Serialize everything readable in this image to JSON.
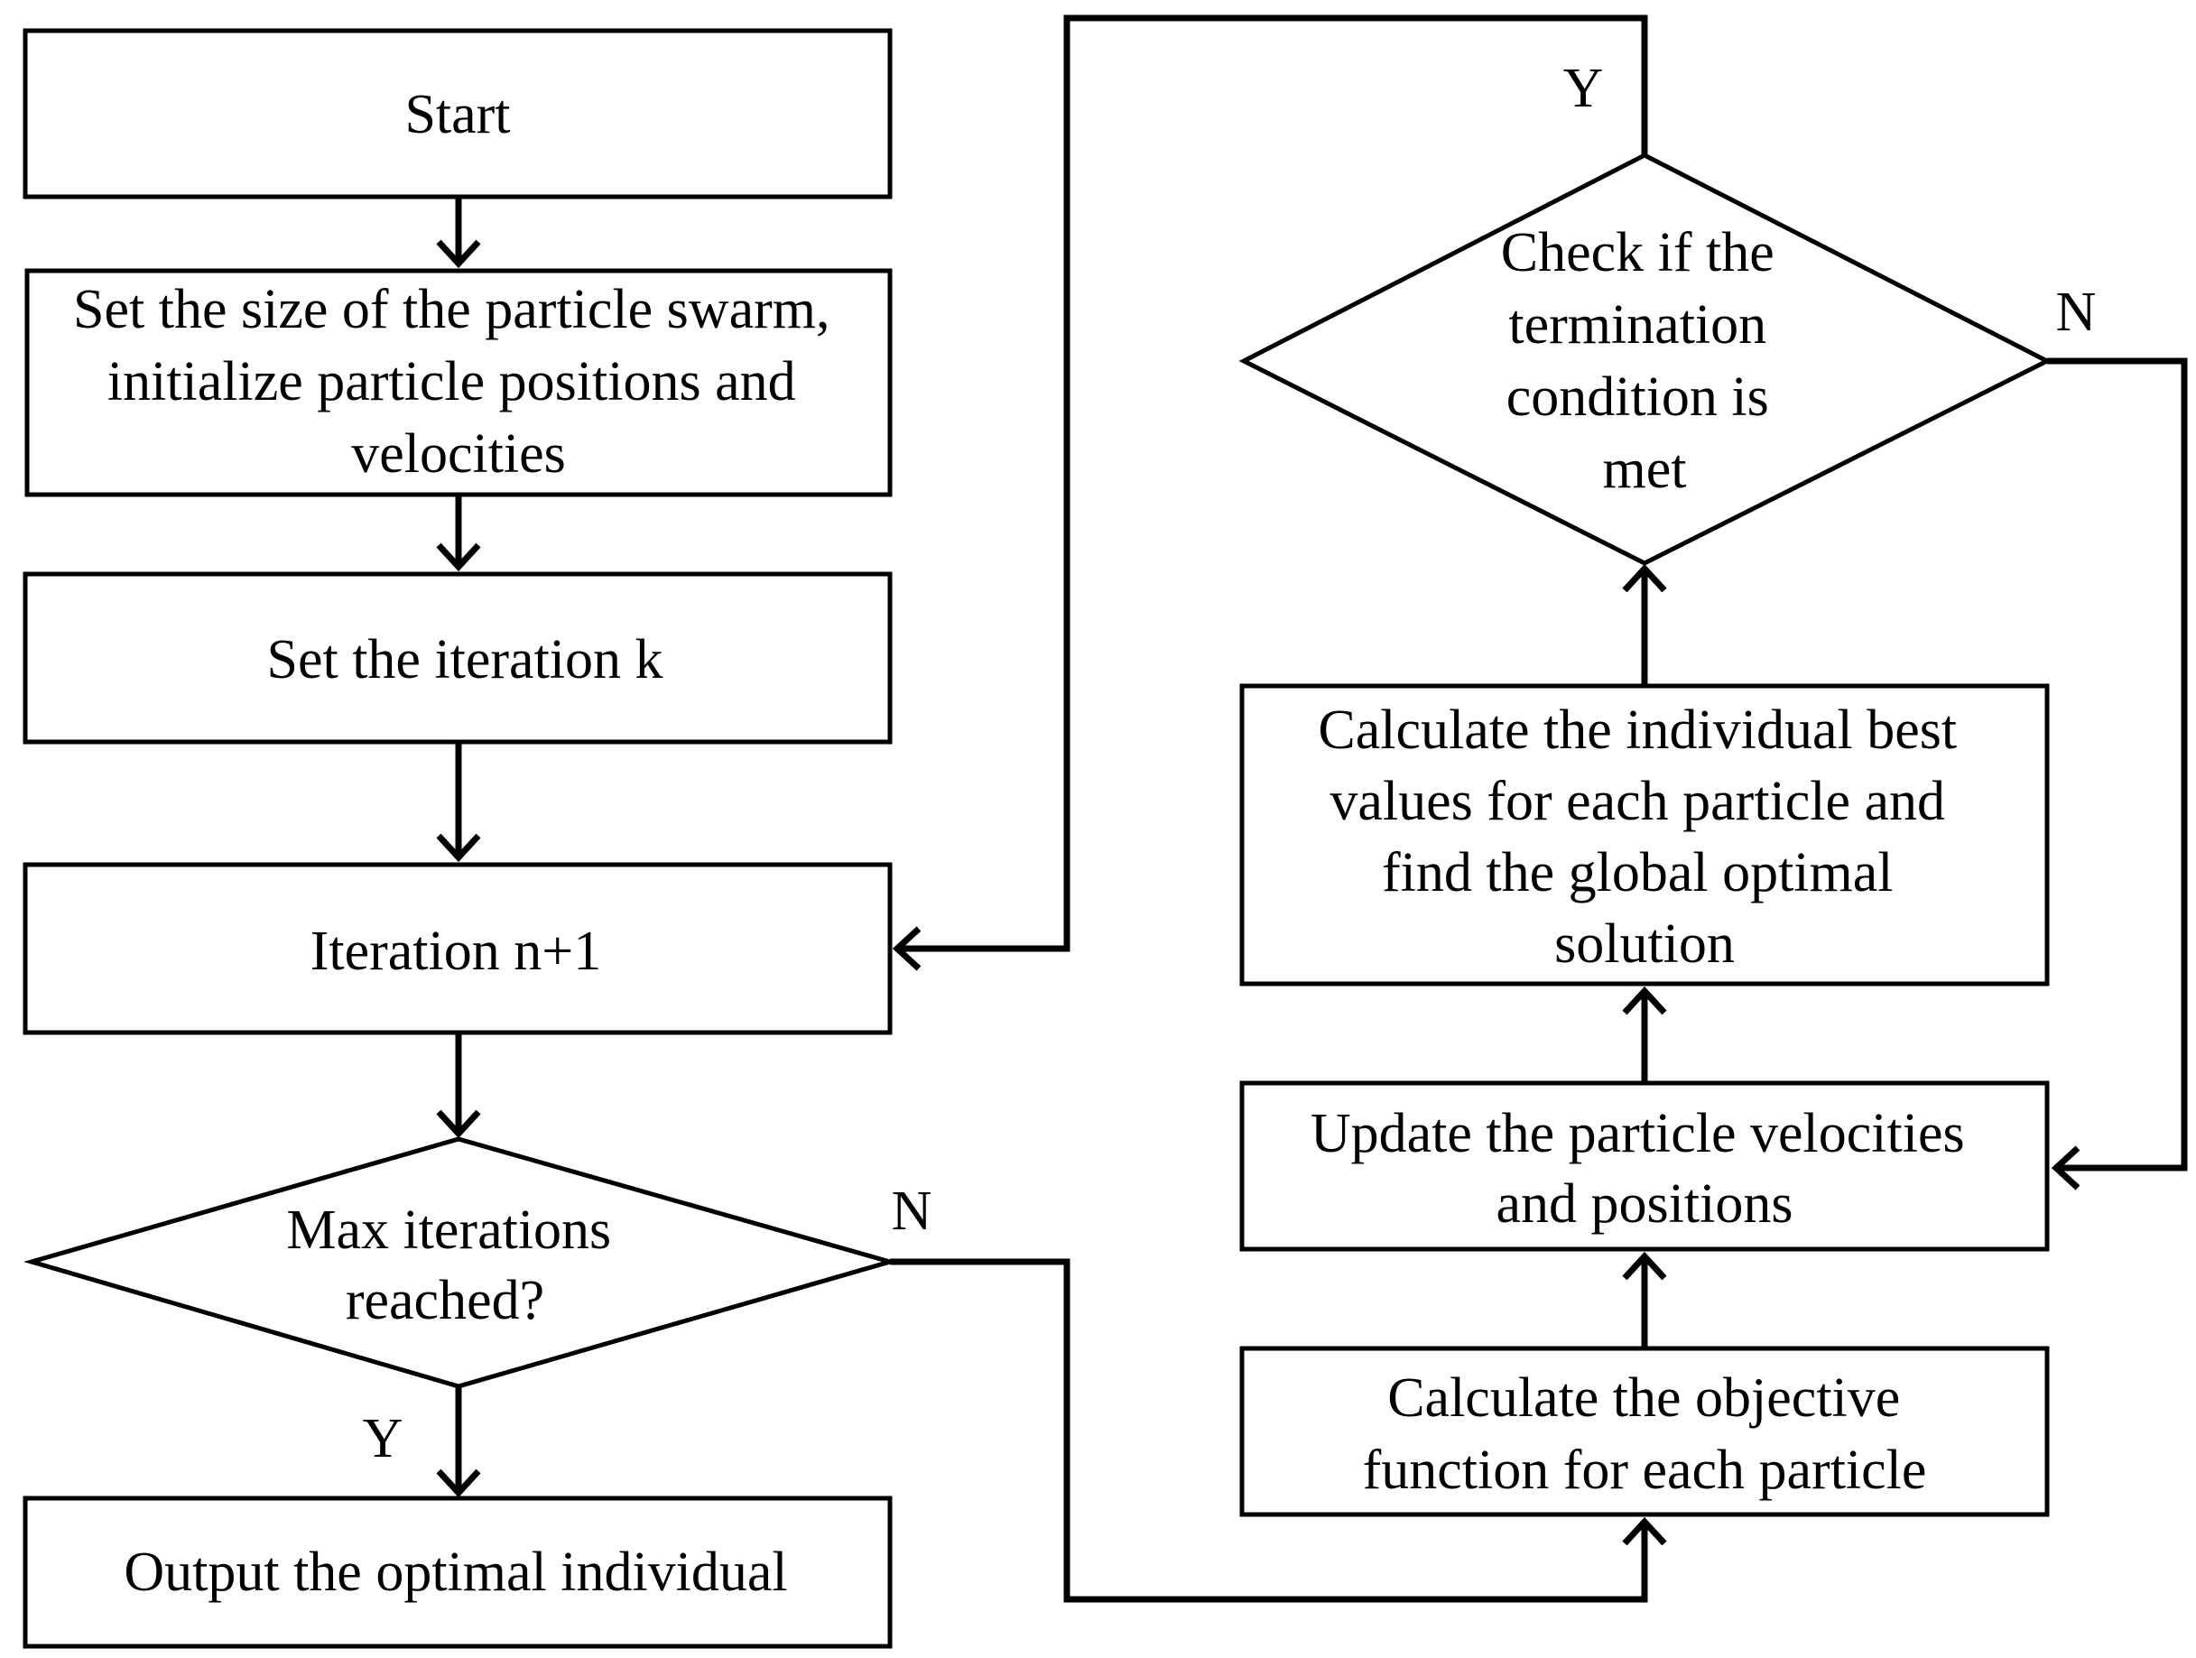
{
  "nodes": {
    "start": [
      "Start"
    ],
    "init": [
      "Set the size of the particle swarm,",
      "initialize particle positions and",
      "velocities"
    ],
    "set_iter": [
      "Set the iteration k"
    ],
    "iter": [
      "Iteration n+1"
    ],
    "max_check": [
      "Max iterations",
      "reached?"
    ],
    "output": [
      "Output the optimal individual"
    ],
    "objective": [
      "Calculate the objective",
      "function for each particle"
    ],
    "update": [
      "Update the particle velocities",
      "and positions"
    ],
    "best": [
      "Calculate the individual best",
      "values for each particle and",
      "find the global optimal",
      "solution"
    ],
    "term_check": [
      "Check if the",
      "termination",
      "condition is",
      "met"
    ]
  },
  "edge_labels": {
    "max_yes": "Y",
    "max_no": "N",
    "term_yes": "Y",
    "term_no": "N"
  }
}
